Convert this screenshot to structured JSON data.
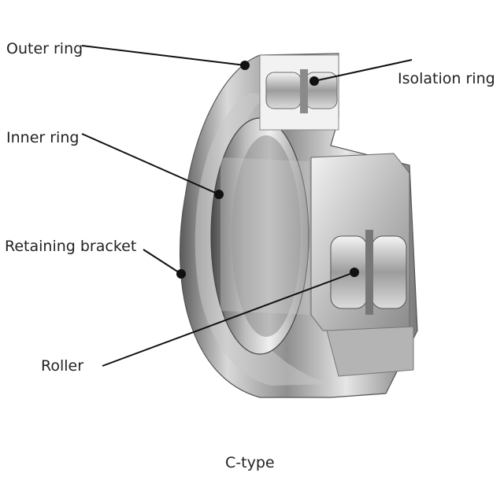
{
  "labels": {
    "outer_ring": "Outer ring",
    "isolation_ring": "Isolation ring",
    "inner_ring": "Inner ring",
    "retaining_bracket": "Retaining bracket",
    "roller": "Roller"
  },
  "caption": "C-type",
  "colors": {
    "metal_dark": "#6e6e6e",
    "metal_mid": "#a9a9a9",
    "metal_light": "#e8e8e8",
    "leader": "#111111",
    "text": "#222222"
  }
}
